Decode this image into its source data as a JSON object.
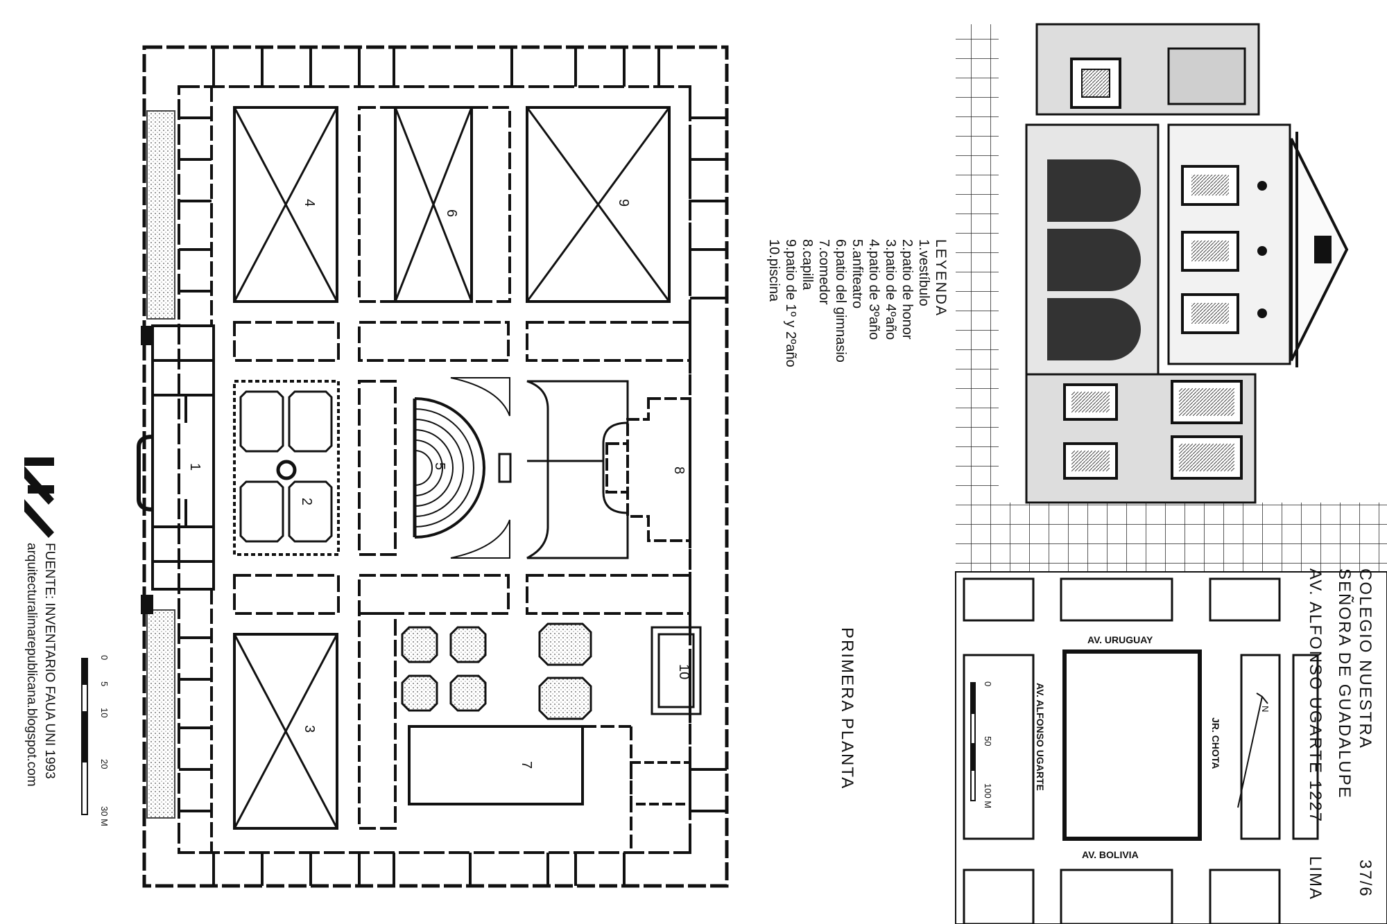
{
  "header": {
    "page_number": "37/6",
    "title_line1": "COLEGIO NUESTRA",
    "title_line2": "SEÑORA DE GUADALUPE",
    "address": "AV. ALFONSO UGARTE 1227",
    "city": "LIMA"
  },
  "plan_title": "PRIMERA PLANTA",
  "legend": {
    "title": "LEYENDA",
    "items": [
      "1.vestíbulo",
      "2.patio de honor",
      "3.patio de 4ºaño",
      "4.patio de 3ºaño",
      "5.anfiteatro",
      "6.patio del gimnasio",
      "7.comedor",
      "8.capilla",
      "9.patio de 1º y 2ºaño",
      "10.piscina"
    ]
  },
  "plan_numbers": [
    "1",
    "2",
    "3",
    "4",
    "5",
    "6",
    "7",
    "8",
    "9",
    "10"
  ],
  "site_plan": {
    "streets": {
      "top": "AV. URUGUAY",
      "bottom": "AV. BOLIVIA",
      "left": "AV. ALFONSO UGARTE",
      "right": "JR. CHOTA"
    },
    "north": "N",
    "scale_ticks": [
      "0",
      "50",
      "100 M"
    ]
  },
  "plan_scale_ticks": [
    "0",
    "5",
    "10",
    "20",
    "30 M"
  ],
  "source": {
    "line1": "FUENTE: INVENTARIO FAUA UNI 1993",
    "line2": "arquitecturalimarepublicana.blogspot.com"
  }
}
